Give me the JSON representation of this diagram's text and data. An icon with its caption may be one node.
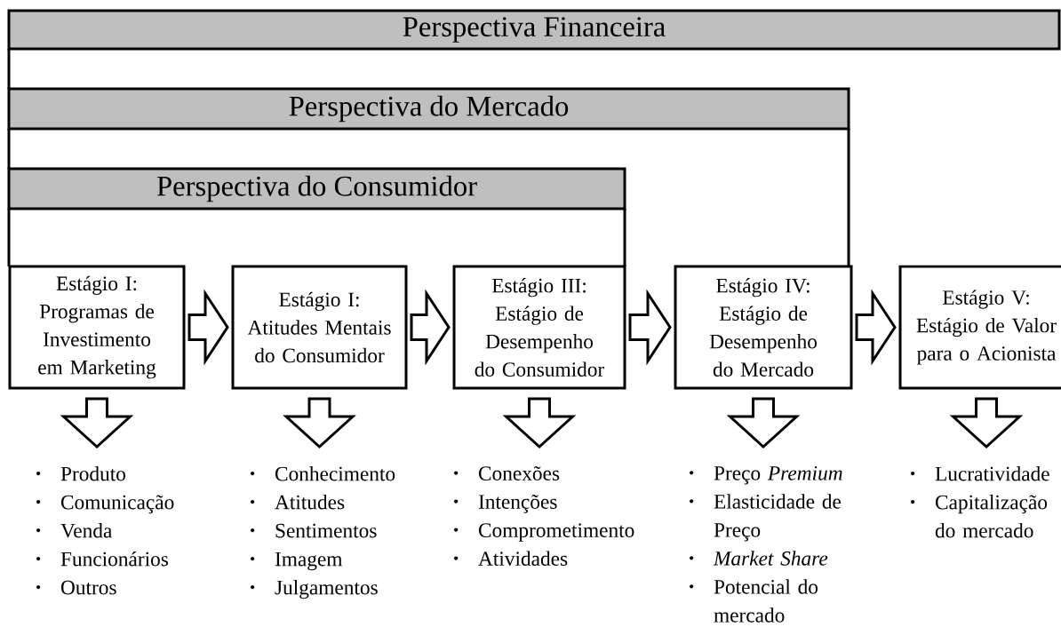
{
  "diagram": {
    "nodes": [
      {
        "text": [
          "Perspectiva Financeira"
        ]
      },
      {
        "text": [
          "Perspectiva do Mercado"
        ]
      },
      {
        "text": [
          "Perspectiva do Consumidor"
        ]
      },
      {
        "text": [
          "Estágio I: Programas de Investimento em Marketing"
        ]
      },
      {
        "text": [
          "Estágio I: Atitudes Mentais do Consumidor"
        ]
      },
      {
        "text": [
          "Estágio III: Estágio de Desempenho do Consumidor"
        ]
      },
      {
        "text": [
          "Estágio IV: Estágio de Desempenho do Mercado"
        ]
      },
      {
        "text": [
          "Estágio V: Estágio de Valor para o Acionista"
        ]
      },
      {
        "text": [
          "Produto",
          "Comunicação",
          "Venda",
          "Funcionários",
          "Outros"
        ]
      },
      {
        "text": [
          "Conhecimento",
          "Atitudes",
          "Sentimentos",
          "Imagem",
          "Julgamentos"
        ]
      },
      {
        "text": [
          "Conexões",
          "Intenções",
          "Comprometimento",
          "Atividades"
        ]
      },
      {
        "text": [
          "Preço *Premium*",
          "Elasticidade de Preço",
          "*Market Share*",
          "Potencial do mercado"
        ]
      },
      {
        "text": [
          "Lucratividade",
          "Capitalização do mercado"
        ]
      }
    ],
    "edges": [
      {
        "from": 3,
        "to": 4,
        "arrow": "to"
      },
      {
        "from": 4,
        "to": 5,
        "arrow": "to"
      },
      {
        "from": 5,
        "to": 6,
        "arrow": "to"
      },
      {
        "from": 6,
        "to": 7,
        "arrow": "to"
      },
      {
        "from": 3,
        "to": 8,
        "arrow": "to"
      },
      {
        "from": 4,
        "to": 9,
        "arrow": "to"
      },
      {
        "from": 5,
        "to": 10,
        "arrow": "to"
      },
      {
        "from": 6,
        "to": 11,
        "arrow": "to"
      },
      {
        "from": 7,
        "to": 12,
        "arrow": "to"
      }
    ]
  }
}
